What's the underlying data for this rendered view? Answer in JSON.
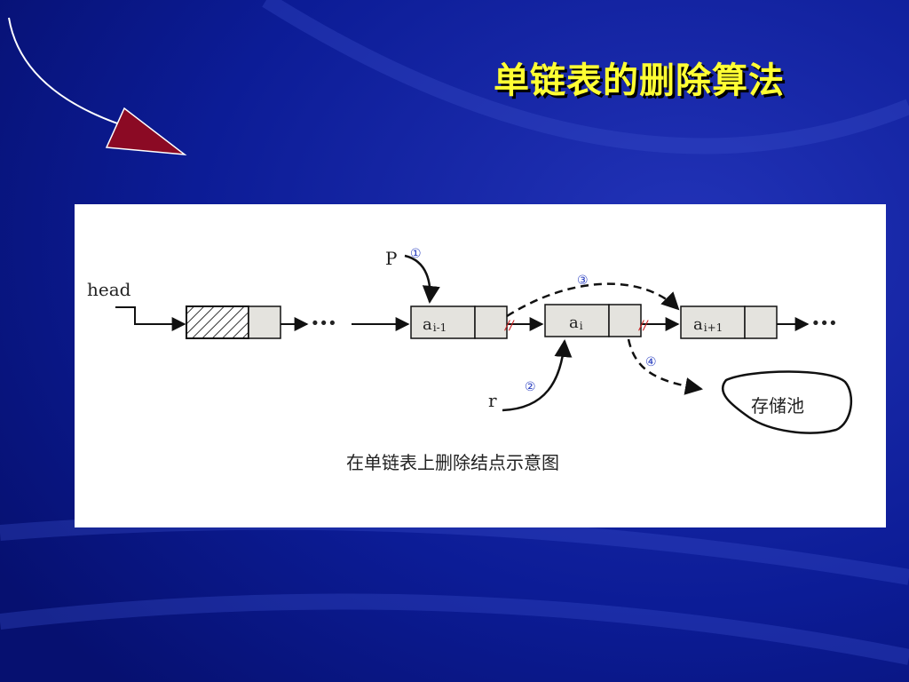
{
  "slide": {
    "title": "单链表的删除算法",
    "colors": {
      "background": "#0a1a8c",
      "title": "#ffff33",
      "arrow_fill": "#8b0a24",
      "panel": "#ffffff"
    }
  },
  "diagram": {
    "head_label": "head",
    "pointer_p": "P",
    "pointer_r": "r",
    "step_1": "①",
    "step_2": "②",
    "step_3": "③",
    "step_4": "④",
    "node_prev": {
      "base": "a",
      "sub": "i-1"
    },
    "node_cur": {
      "base": "a",
      "sub": "i"
    },
    "node_next": {
      "base": "a",
      "sub": "i+1"
    },
    "ellipsis": "···",
    "pool_label": "存储池",
    "caption": "在单链表上删除结点示意图",
    "cut_mark": "//"
  }
}
